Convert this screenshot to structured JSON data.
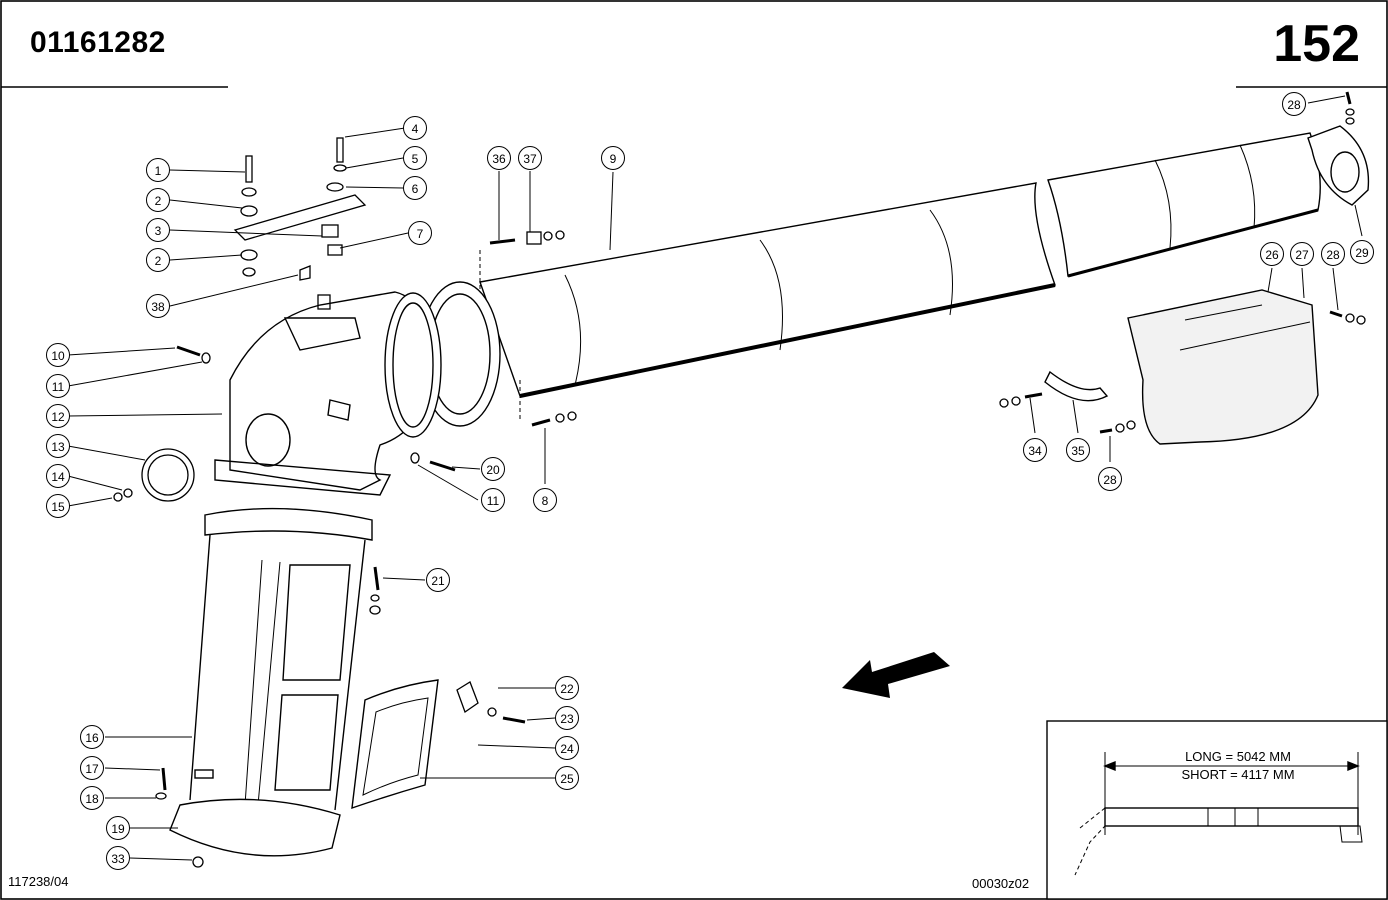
{
  "header": {
    "document_number": "01161282",
    "page_number": "152"
  },
  "footer": {
    "drawing_ref": "117238/04",
    "image_code": "00030z02"
  },
  "inset": {
    "long_label": "LONG = 5042 MM",
    "short_label": "SHORT = 4117 MM"
  },
  "callouts": {
    "c1": "1",
    "c2a": "2",
    "c2b": "2",
    "c3": "3",
    "c4": "4",
    "c5": "5",
    "c6": "6",
    "c7": "7",
    "c8": "8",
    "c9": "9",
    "c10": "10",
    "c11a": "11",
    "c11b": "11",
    "c12": "12",
    "c13": "13",
    "c14": "14",
    "c15": "15",
    "c16": "16",
    "c17": "17",
    "c18": "18",
    "c19": "19",
    "c20": "20",
    "c21": "21",
    "c22": "22",
    "c23": "23",
    "c24": "24",
    "c25": "25",
    "c26": "26",
    "c27": "27",
    "c28a": "28",
    "c28b": "28",
    "c28c": "28",
    "c29": "29",
    "c33": "33",
    "c34": "34",
    "c35": "35",
    "c36": "36",
    "c37": "37",
    "c38": "38"
  }
}
